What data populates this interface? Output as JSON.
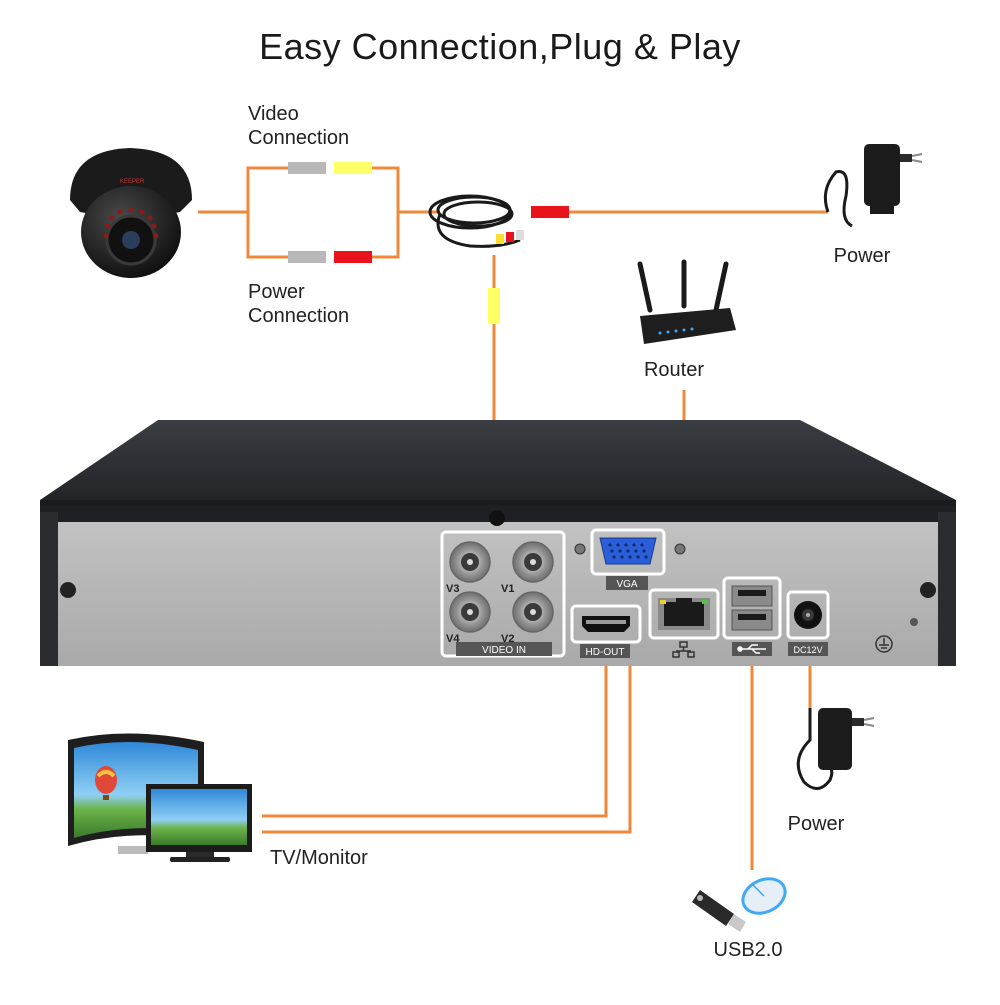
{
  "title": "Easy Connection,Plug & Play",
  "labels": {
    "video_connection_line1": "Video",
    "video_connection_line2": "Connection",
    "power_connection_line1": "Power",
    "power_connection_line2": "Connection",
    "power_top": "Power",
    "router": "Router",
    "tv_monitor": "TV/Monitor",
    "power_bottom": "Power",
    "usb": "USB2.0"
  },
  "dvr_panel": {
    "ports": {
      "v1": "V1",
      "v2": "V2",
      "v3": "V3",
      "v4": "V4",
      "video_in": "VIDEO IN",
      "vga": "VGA",
      "hd_out": "HD-OUT",
      "dc12v": "DC12V"
    }
  },
  "camera_brand": "KEEPER",
  "colors": {
    "wire": "#f0883a",
    "video_plug": "#ffff66",
    "power_plug": "#e8131b",
    "plug_sleeve": "#b8b8b8",
    "panel": "#b5b5b5",
    "chassis": "#2a2c30"
  },
  "icons": [
    "dome-camera-icon",
    "power-adapter-icon",
    "cable-icon",
    "router-icon",
    "monitor-icon",
    "usb-mouse-icon",
    "usb-drive-icon",
    "network-icon",
    "ground-icon"
  ]
}
